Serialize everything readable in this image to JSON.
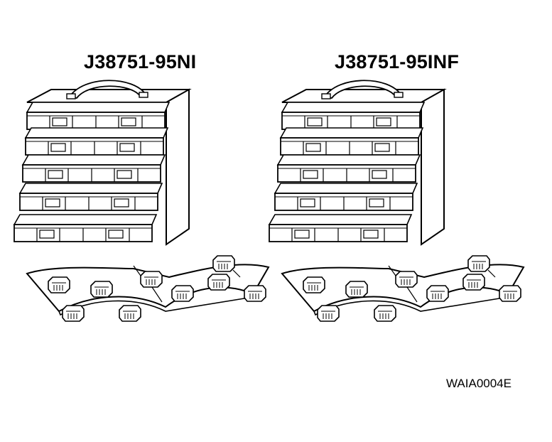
{
  "labels": {
    "left_kit": "J38751-95NI",
    "right_kit": "J38751-95INF",
    "figure_code": "WAIA0004E"
  },
  "colors": {
    "ink": "#000000",
    "paper": "#ffffff"
  }
}
